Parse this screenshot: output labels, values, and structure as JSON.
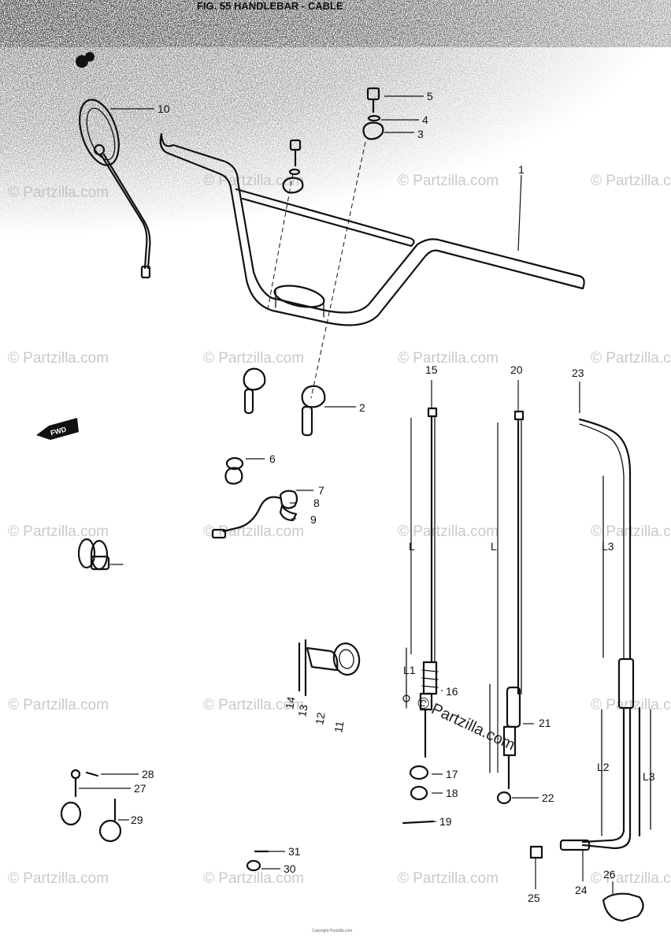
{
  "title": "FIG. 55  HANDLEBAR - CABLE",
  "watermark": "© Partzilla.com",
  "fwd_label": "FWD",
  "dim_labels": {
    "l": "L",
    "l1": "L1",
    "l2": "L2",
    "l3": "L3"
  },
  "footer": "Copyright Partzilla.com",
  "callouts": [
    {
      "id": "c1",
      "num": "1"
    },
    {
      "id": "c2",
      "num": "2"
    },
    {
      "id": "c3",
      "num": "3"
    },
    {
      "id": "c4",
      "num": "4"
    },
    {
      "id": "c5",
      "num": "5"
    },
    {
      "id": "c6",
      "num": "6"
    },
    {
      "id": "c7",
      "num": "7"
    },
    {
      "id": "c8",
      "num": "8"
    },
    {
      "id": "c9",
      "num": "9"
    },
    {
      "id": "c10",
      "num": "10"
    },
    {
      "id": "c11",
      "num": "11"
    },
    {
      "id": "c12",
      "num": "12"
    },
    {
      "id": "c13",
      "num": "13"
    },
    {
      "id": "c14",
      "num": "14"
    },
    {
      "id": "c15",
      "num": "15"
    },
    {
      "id": "c16",
      "num": "16"
    },
    {
      "id": "c17",
      "num": "17"
    },
    {
      "id": "c18",
      "num": "18"
    },
    {
      "id": "c19",
      "num": "19"
    },
    {
      "id": "c20",
      "num": "20"
    },
    {
      "id": "c21",
      "num": "21"
    },
    {
      "id": "c22",
      "num": "22"
    },
    {
      "id": "c23",
      "num": "23"
    },
    {
      "id": "c24",
      "num": "24"
    },
    {
      "id": "c25",
      "num": "25"
    },
    {
      "id": "c26",
      "num": "26"
    },
    {
      "id": "c27",
      "num": "27"
    },
    {
      "id": "c28",
      "num": "28"
    },
    {
      "id": "c29",
      "num": "29"
    },
    {
      "id": "c30",
      "num": "30"
    },
    {
      "id": "c31",
      "num": "31"
    }
  ]
}
